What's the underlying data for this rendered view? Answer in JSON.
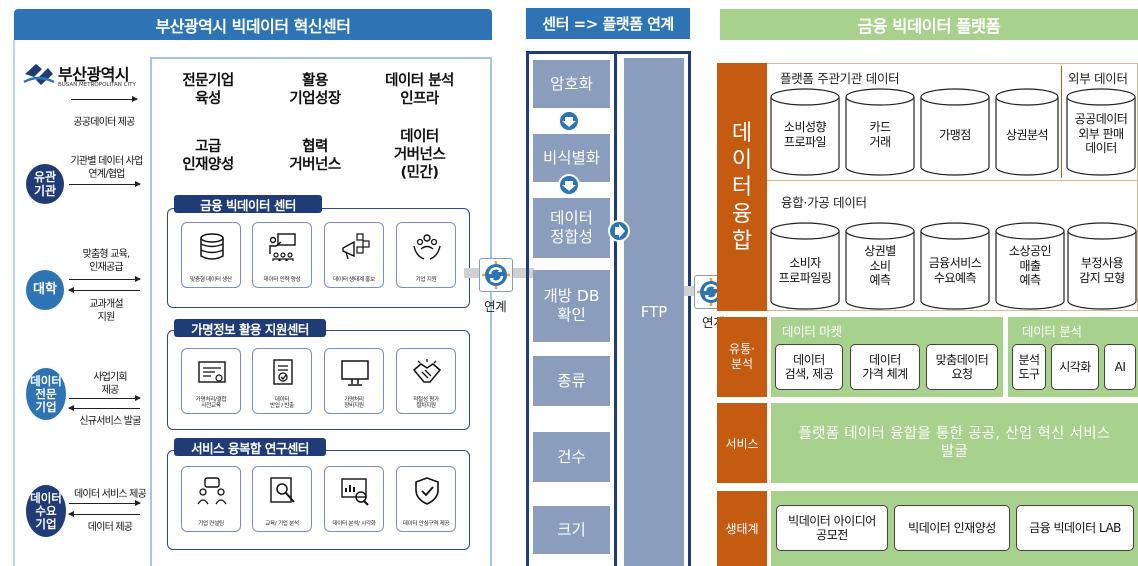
{
  "headers": {
    "busan_center": "부산광역시 빅데이터 혁신센터",
    "link": "센터 => 플랫폼 연계",
    "platform": "금융 빅데이터 플랫폼"
  },
  "logo": {
    "name": "부산광역시",
    "sub": "BUSAN METROPOLITAN CITY"
  },
  "left": {
    "public_data": "공공데이터 제공",
    "agency": {
      "label": "유관\n기관",
      "text": "기관별 데이터 사업\n연계/협업"
    },
    "university": {
      "label": "대학",
      "text_in": "맞춤형 교육,\n인재공급",
      "text_out": "교과개설\n지원"
    },
    "data_firm": {
      "label": "데이터\n전문\n기업",
      "text_in": "사업기회\n제공",
      "text_out": "신규서비스 발굴"
    },
    "demand_firm": {
      "label": "데이터\n수요\n기업",
      "text_in": "데이터 서비스 제공",
      "text_out": "데이터 제공"
    }
  },
  "goals": [
    "전문기업\n육성",
    "활용\n기업성장",
    "데이터 분석\n인프라",
    "고급\n인재양성",
    "협력\n거버넌스",
    "데이터\n거버넌스\n(민간)"
  ],
  "sections": [
    {
      "title": "금융 빅데이터 센터",
      "cards": [
        "맞춤형 데이터 생산",
        "데이터 인력 양성",
        "데이터 생태계 홍보",
        "기업 지원"
      ]
    },
    {
      "title": "가명정보 활용 지원센터",
      "cards": [
        "가명처리/결합\n사전교육",
        "데이터\n반입 / 반출",
        "가명처리\n장비지원",
        "적절성 평가\n절차지원"
      ]
    },
    {
      "title": "서비스 융복합 연구센터",
      "cards": [
        "기업 컨설팅",
        "교육/ 기업 분석",
        "데이터 분석/ 시각화",
        "데이터 안심구역 제공"
      ]
    }
  ],
  "pipeline": [
    "암호화",
    "비식별화",
    "데이터\n정합성",
    "개방 DB\n확인",
    "종류",
    "건수",
    "크기"
  ],
  "ftp": "FTP",
  "link_label": "연계",
  "platform": {
    "fusion_label": "데\n이\n터\n융\n합",
    "main_org_title": "플랫폼 주관기관 데이터",
    "external_title": "외부 데이터",
    "org_data": [
      "소비성향\n프로파일",
      "카드\n거래",
      "가맹점",
      "상권분석"
    ],
    "external_data": "공공데이터\n외부 판매\n데이터",
    "processed_title": "융합·가공 데이터",
    "processed_data": [
      "소비자\n프로파일링",
      "상권별\n소비\n예측",
      "금융서비스\n수요예측",
      "소상공인\n매출\n예측",
      "부정사용\n감지 모형"
    ],
    "distribution_label": "유통·\n분석",
    "market_title": "데이터 마켓",
    "market_items": [
      "데이터\n검색, 제공",
      "데이터\n가격 체계",
      "맞춤데이터\n요청"
    ],
    "analysis_title": "데이터 분석",
    "analysis_items": [
      "분석\n도구",
      "시각화",
      "AI"
    ],
    "service_label": "서비스",
    "service_text": "플랫폼 데이터 융합을 통한 공공, 산업 혁신 서비스\n발굴",
    "eco_label": "생태계",
    "eco_items": [
      "빅데이터 아이디어\n공모전",
      "빅데이터 인재양성",
      "금융 빅데이터 LAB"
    ]
  },
  "colors": {
    "navy": "#1f3c77",
    "header_blue": "#2e74b5",
    "green": "#a9d18e",
    "orange": "#c55a11",
    "pipeline": "#8a9dbd"
  }
}
